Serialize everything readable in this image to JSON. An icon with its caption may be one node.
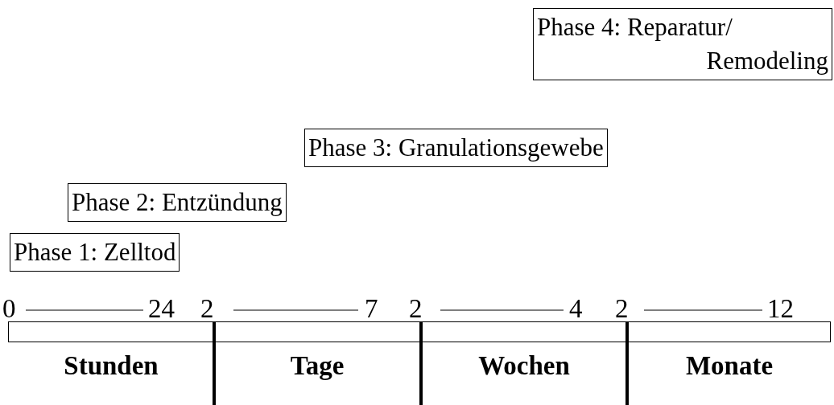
{
  "diagram": {
    "nodes": [
      {
        "text": [
          "Phase 4: Reparatur/ Remodeling"
        ]
      },
      {
        "text": [
          "Phase 3: Granulationsgewebe"
        ]
      },
      {
        "text": [
          "Phase 2: Entzündung"
        ]
      },
      {
        "text": [
          "Phase 1: Zelltod"
        ]
      }
    ],
    "labels": [
      "0",
      "24",
      "2",
      "7",
      "2",
      "4",
      "2",
      "12",
      "Stunden",
      "Tage",
      "Wochen",
      "Monate"
    ]
  }
}
